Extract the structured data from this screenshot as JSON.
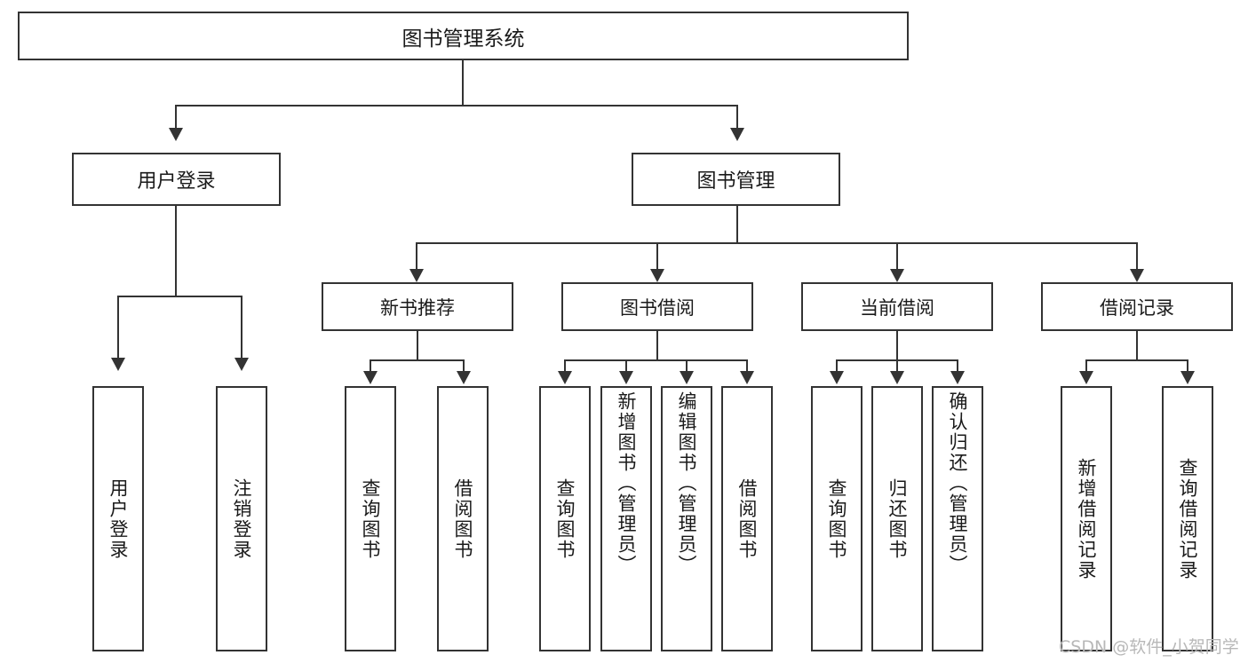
{
  "diagram": {
    "title": "图书管理系统",
    "root": {
      "label": "图书管理系统"
    },
    "level2": [
      {
        "label": "用户登录"
      },
      {
        "label": "图书管理"
      }
    ],
    "level3": [
      {
        "label": "新书推荐"
      },
      {
        "label": "图书借阅"
      },
      {
        "label": "当前借阅"
      },
      {
        "label": "借阅记录"
      }
    ],
    "leaves": {
      "user_login": [
        {
          "label": "用户登录"
        },
        {
          "label": "注销登录"
        }
      ],
      "new_book_recommend": [
        {
          "label": "查询图书"
        },
        {
          "label": "借阅图书"
        }
      ],
      "book_borrow": [
        {
          "label": "查询图书"
        },
        {
          "label": "新增图书（管理员）"
        },
        {
          "label": "编辑图书（管理员）"
        },
        {
          "label": "借阅图书"
        }
      ],
      "current_borrow": [
        {
          "label": "查询图书"
        },
        {
          "label": "归还图书"
        },
        {
          "label": "确认归还（管理员）"
        }
      ],
      "borrow_record": [
        {
          "label": "新增借阅记录"
        },
        {
          "label": "查询借阅记录"
        }
      ]
    }
  },
  "watermark": {
    "text": "CSDN @软件_小贺同学"
  },
  "colors": {
    "stroke": "#333333",
    "fill": "#ffffff",
    "text": "#1a1a1a",
    "watermark": "#b8b8b8"
  }
}
